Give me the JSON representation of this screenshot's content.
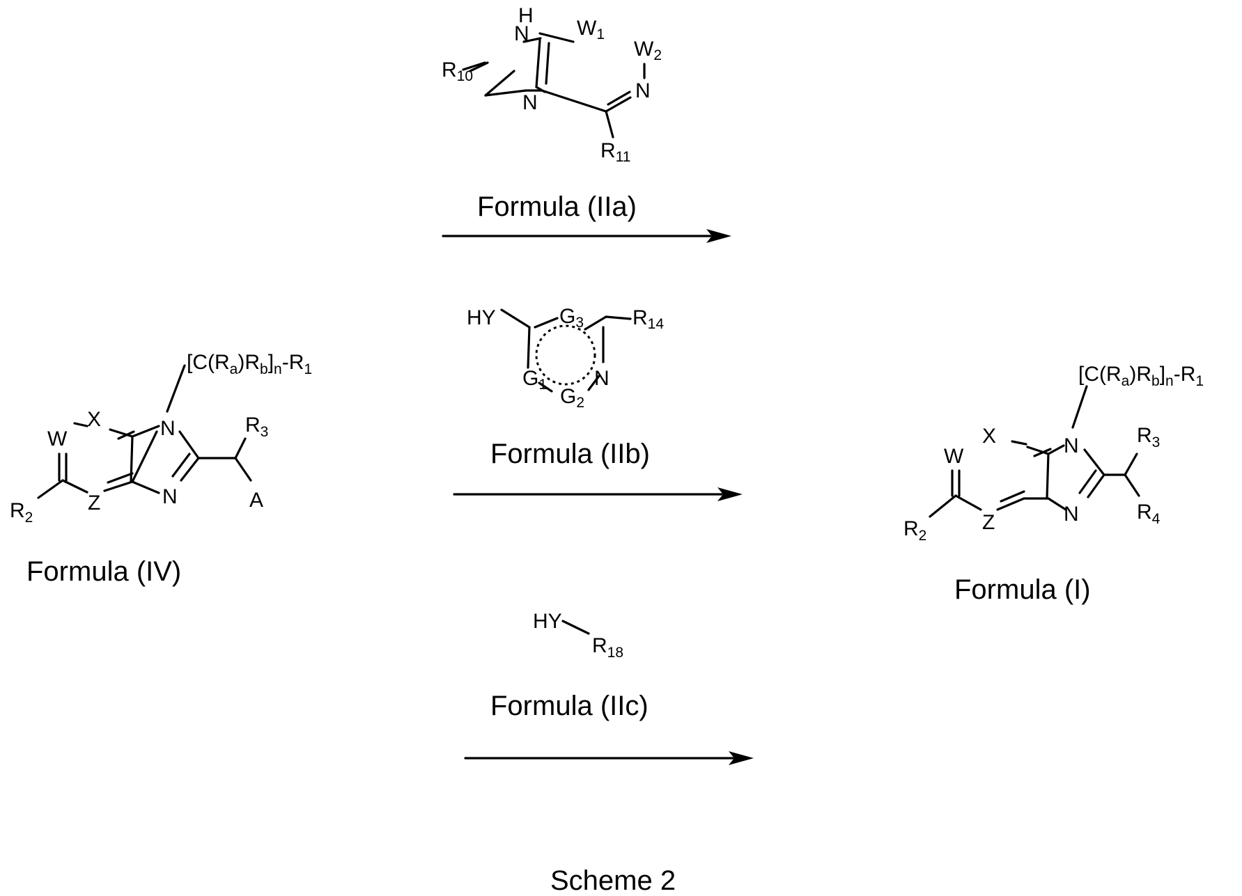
{
  "caption": "Scheme 2",
  "reactant": {
    "name": "Formula (IV)",
    "substituent_chain": {
      "bracket": "[C(R",
      "a": "a",
      "mid1": ")R",
      "b": "b",
      "mid2": "]",
      "n": "n",
      "tail": "-R",
      "one": "1"
    },
    "atoms": {
      "W": "W",
      "X": "X",
      "Z": "Z",
      "N": "N",
      "R": "R",
      "R2_sub": "2",
      "R3_sub": "3",
      "A": "A"
    }
  },
  "product": {
    "name": "Formula (I)",
    "substituent_chain": {
      "bracket": "[C(R",
      "a": "a",
      "mid1": ")R",
      "b": "b",
      "mid2": "]",
      "n": "n",
      "tail": "-R",
      "one": "1"
    },
    "atoms": {
      "W": "W",
      "X": "X",
      "Z": "Z",
      "N": "N",
      "R": "R",
      "R2_sub": "2",
      "R3_sub": "3",
      "R4_sub": "4"
    }
  },
  "reagents": [
    {
      "name": "Formula (IIa)",
      "atoms": {
        "H": "H",
        "N": "N",
        "W": "W",
        "W1_sub": "1",
        "W2_sub": "2",
        "R": "R",
        "R10_sub": "10",
        "R11_sub": "11"
      }
    },
    {
      "name": "Formula (IIb)",
      "atoms": {
        "HY": "HY",
        "G": "G",
        "G1_sub": "1",
        "G2_sub": "2",
        "G3_sub": "3",
        "N": "N",
        "R": "R",
        "R14_sub": "14"
      }
    },
    {
      "name": "Formula (IIc)",
      "atoms": {
        "HY": "HY",
        "R": "R",
        "R18_sub": "18"
      }
    }
  ]
}
